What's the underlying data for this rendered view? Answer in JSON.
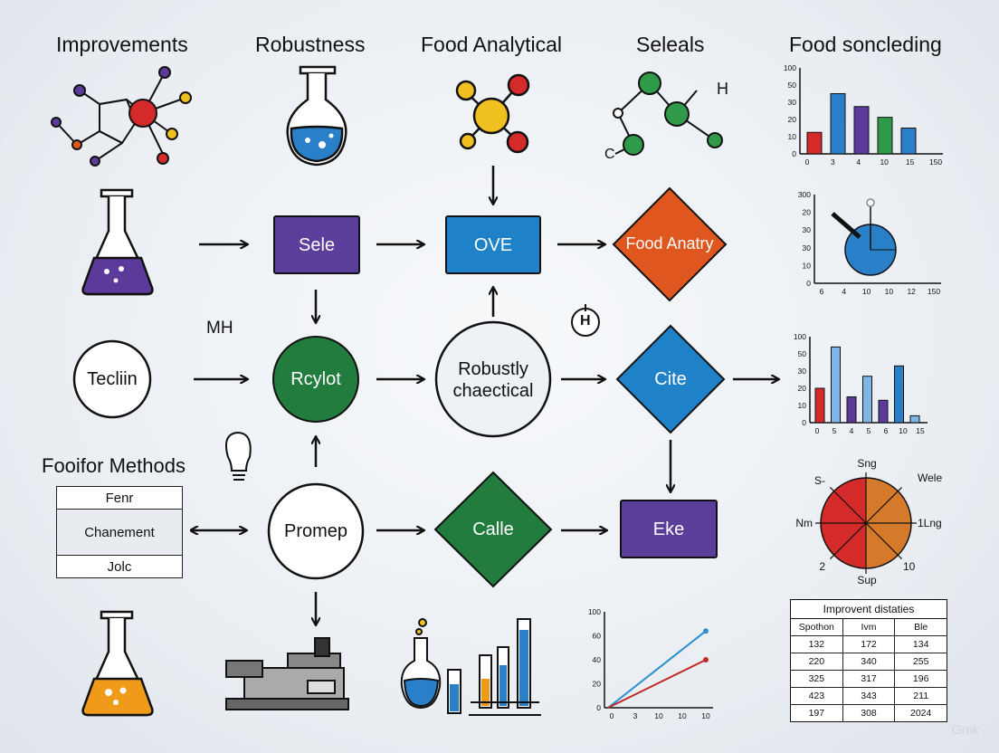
{
  "headers": [
    "Improvements",
    "Robustness",
    "Food Analytical",
    "Seleals",
    "Food soncleding"
  ],
  "nodes": {
    "sele": "Sele",
    "ove": "OVE",
    "food_anatry": "Food Anatry",
    "tecliin": "Tecliin",
    "rcylot": "Rcylot",
    "robustly": "Robustly chaectical",
    "cite": "Cite",
    "promep": "Promep",
    "calle": "Calle",
    "eke": "Eke"
  },
  "labels": {
    "mh": "MH",
    "h_symbol": "H",
    "molecule_h": "H",
    "molecule_c": "C",
    "methods_title": "Fooifor Methods",
    "watermark": "Grok"
  },
  "methods_table": [
    "Fenr",
    "Chanement",
    "Jolc"
  ],
  "stats_table": {
    "title": "Improvent distaties",
    "header": [
      "Spothon",
      "Ivm",
      "Ble"
    ],
    "rows": [
      [
        "132",
        "172",
        "134"
      ],
      [
        "220",
        "340",
        "255"
      ],
      [
        "325",
        "317",
        "196"
      ],
      [
        "423",
        "343",
        "211"
      ],
      [
        "197",
        "308",
        "2024"
      ]
    ]
  },
  "chart_data": [
    {
      "type": "bar",
      "y_ticks": [
        "100",
        "50",
        "30",
        "20",
        "10",
        "0"
      ],
      "x_ticks": [
        "0",
        "3",
        "4",
        "10",
        "15",
        "150"
      ],
      "values": [
        10,
        28,
        22,
        17,
        12
      ],
      "colors": [
        "#d42a2a",
        "#2a7fc9",
        "#5b3a9a",
        "#2f9a4a",
        "#2a7fc9"
      ],
      "ylim": [
        0,
        40
      ]
    },
    {
      "type": "scatter",
      "y_ticks": [
        "300",
        "20",
        "30",
        "30",
        "10",
        "0"
      ],
      "x_ticks": [
        "6",
        "4",
        "10",
        "10",
        "12",
        "150"
      ]
    },
    {
      "type": "bar",
      "y_ticks": [
        "100",
        "50",
        "30",
        "20",
        "10",
        "0"
      ],
      "x_ticks": [
        "0",
        "5",
        "4",
        "5",
        "6",
        "10",
        "15"
      ],
      "values": [
        20,
        44,
        15,
        27,
        13,
        33,
        4
      ],
      "colors": [
        "#d42a2a",
        "#7fb6e6",
        "#5b3a9a",
        "#7fb6e6",
        "#5b3a9a",
        "#2a7fc9",
        "#7fb6e6"
      ],
      "ylim": [
        0,
        50
      ]
    },
    {
      "type": "pie",
      "labels": [
        "Sng",
        "Wele",
        "1Lng",
        "10",
        "Sup",
        "2",
        "Nm",
        "S-"
      ]
    },
    {
      "type": "line",
      "y_ticks": [
        "100",
        "60",
        "40",
        "20",
        "0"
      ],
      "x_ticks": [
        "0",
        "3",
        "10",
        "10",
        "10"
      ],
      "series": [
        {
          "values": [
            [
              0,
              0
            ],
            [
              10,
              80
            ]
          ],
          "color": "#2a8fd0"
        },
        {
          "values": [
            [
              0,
              0
            ],
            [
              10,
              50
            ]
          ],
          "color": "#c02a2a"
        }
      ]
    }
  ],
  "colors": {
    "purple": "#5b3d9a",
    "blue": "#1f82c8",
    "orange": "#e0561f",
    "green": "#227c3e"
  }
}
